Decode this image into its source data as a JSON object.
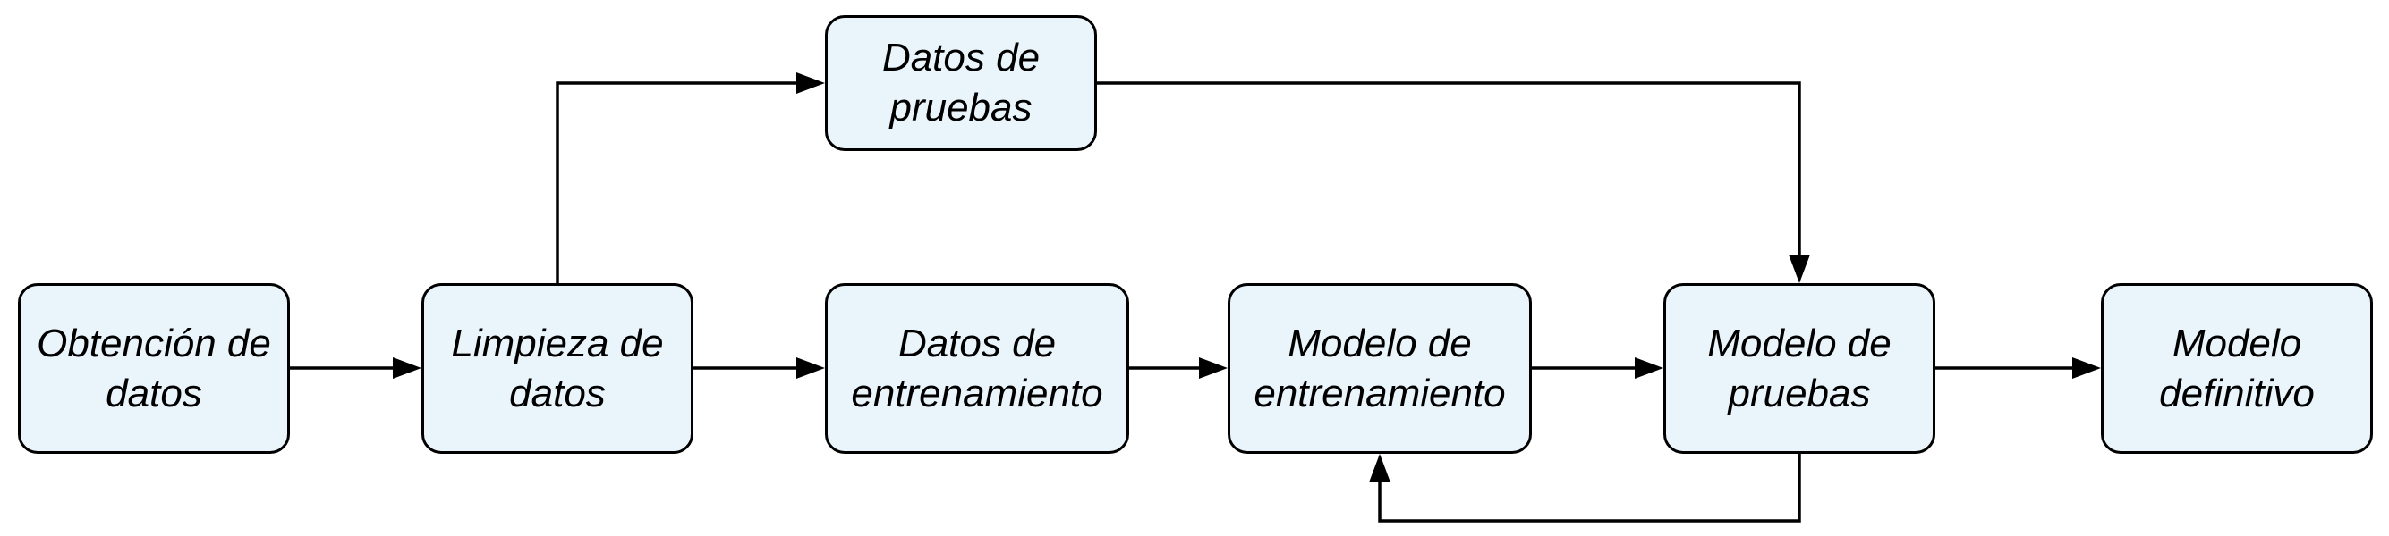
{
  "colors": {
    "node_fill": "#eaf4fb",
    "stroke": "#000000",
    "background": "#ffffff"
  },
  "nodes": {
    "obtencion_datos": "Obtención de\ndatos",
    "limpieza_datos": "Limpieza de\ndatos",
    "datos_entrenamiento": "Datos de\nentrenamiento",
    "modelo_entrenamiento": "Modelo de\nentrenamiento",
    "modelo_pruebas": "Modelo de\npruebas",
    "modelo_definitivo": "Modelo\ndefinitivo",
    "datos_pruebas": "Datos de\npruebas"
  },
  "edges": [
    {
      "from": "obtencion_datos",
      "to": "limpieza_datos"
    },
    {
      "from": "limpieza_datos",
      "to": "datos_entrenamiento"
    },
    {
      "from": "limpieza_datos",
      "to": "datos_pruebas"
    },
    {
      "from": "datos_entrenamiento",
      "to": "modelo_entrenamiento"
    },
    {
      "from": "modelo_entrenamiento",
      "to": "modelo_pruebas"
    },
    {
      "from": "datos_pruebas",
      "to": "modelo_pruebas"
    },
    {
      "from": "modelo_pruebas",
      "to": "modelo_definitivo"
    },
    {
      "from": "modelo_pruebas",
      "to": "modelo_entrenamiento"
    }
  ]
}
